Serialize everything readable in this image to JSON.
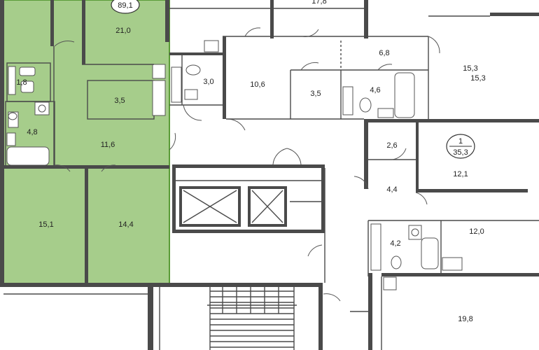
{
  "colors": {
    "highlight_fill": "#a6cd8b",
    "highlight_border": "#5b9c38",
    "wall": "#4a4a4a",
    "background": "#ffffff"
  },
  "selected_apartment": {
    "total_area": "89,1"
  },
  "other_apartment": {
    "number": "1",
    "total_area": "35,3"
  },
  "rooms": [
    "21,0",
    "1,8",
    "3,5",
    "4,8",
    "11,6",
    "15,1",
    "14,4",
    "17,8",
    "3,0",
    "10,6",
    "3,5",
    "4,6",
    "6,8",
    "15,3",
    "15,3",
    "2,6",
    "12,1",
    "4,4",
    "4,2",
    "12,0",
    "19,8"
  ]
}
